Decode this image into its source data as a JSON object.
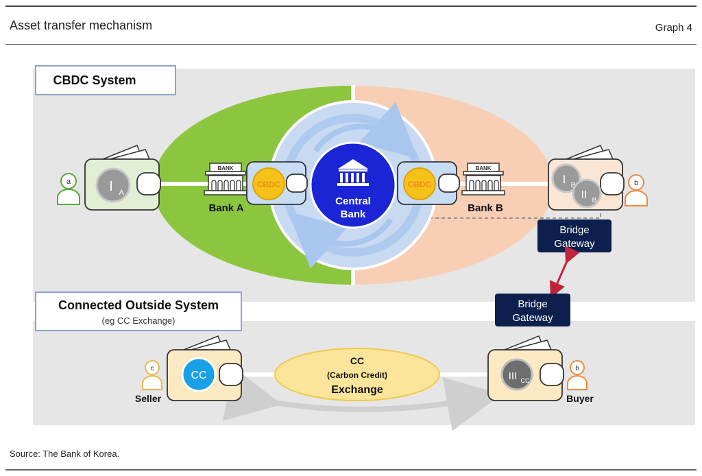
{
  "header": {
    "title": "Asset transfer mechanism",
    "graph_label": "Graph 4"
  },
  "cbdc_system": {
    "title": "CBDC System",
    "bank_a": {
      "label": "Bank A",
      "sign": "BANK",
      "token": "CBDC"
    },
    "bank_b": {
      "label": "Bank B",
      "sign": "BANK",
      "token": "CBDC"
    },
    "central_bank": {
      "line1": "Central",
      "line2": "Bank"
    },
    "wallet_a": {
      "main": "I",
      "sub": "A"
    },
    "wallet_b": {
      "token1_main": "I",
      "token1_sub": "B",
      "token2_main": "II",
      "token2_sub": "B"
    },
    "user_a": "a",
    "user_b": "b",
    "bridge_gateway": {
      "line1": "Bridge",
      "line2": "Gateway"
    }
  },
  "outside_system": {
    "title": "Connected Outside System",
    "subtitle": "(eg CC Exchange)",
    "bridge_gateway": {
      "line1": "Bridge",
      "line2": "Gateway"
    },
    "seller": {
      "label": "Seller",
      "badge": "c",
      "token": "CC"
    },
    "buyer": {
      "label": "Buyer",
      "badge": "b",
      "token_main": "III",
      "token_sub": "CC"
    },
    "exchange": {
      "line1": "CC",
      "line2": "(Carbon Credit)",
      "line3": "Exchange"
    }
  },
  "footer": {
    "source": "Source: The Bank of Korea."
  },
  "colors": {
    "panel_bg": "#e6e6e6",
    "green": "#8cc63f",
    "peach": "#f8cfb4",
    "central_blue": "#1b25d6",
    "ring_blue": "#c8d9f2",
    "navy": "#0d1f4d",
    "gold": "#f5c21a",
    "wallet_green": "#e3efd5",
    "wallet_peach": "#fbe6d6",
    "wallet_yellow": "#fde9c2",
    "cc_blue": "#1aa0e6",
    "arrow_red": "#c0243b"
  }
}
